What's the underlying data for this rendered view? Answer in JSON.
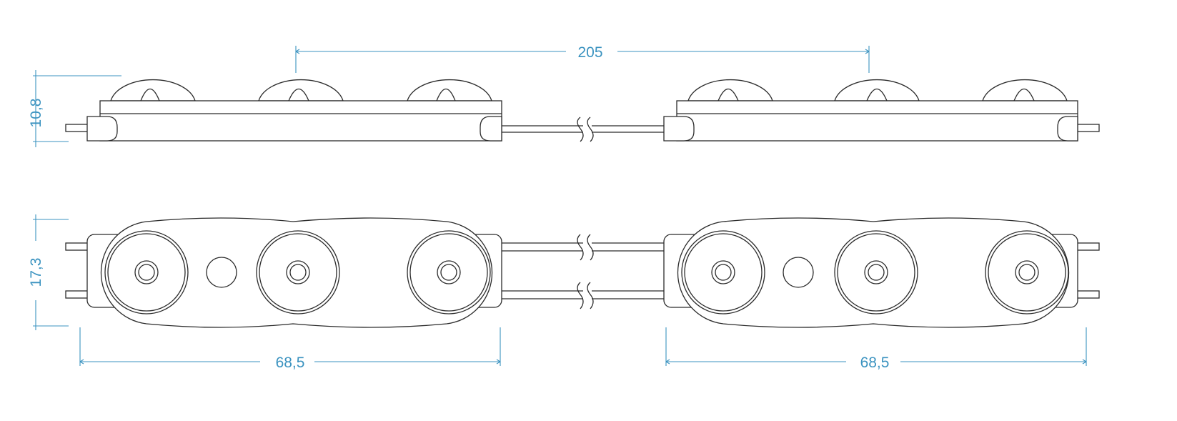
{
  "dimensions": {
    "pitch": "205",
    "side_height": "10,8",
    "top_height": "17,3",
    "module_length_left": "68,5",
    "module_length_right": "68,5"
  },
  "colors": {
    "dimension": "#3b93c0",
    "outline": "#2b2b2b",
    "background": "#ffffff"
  }
}
